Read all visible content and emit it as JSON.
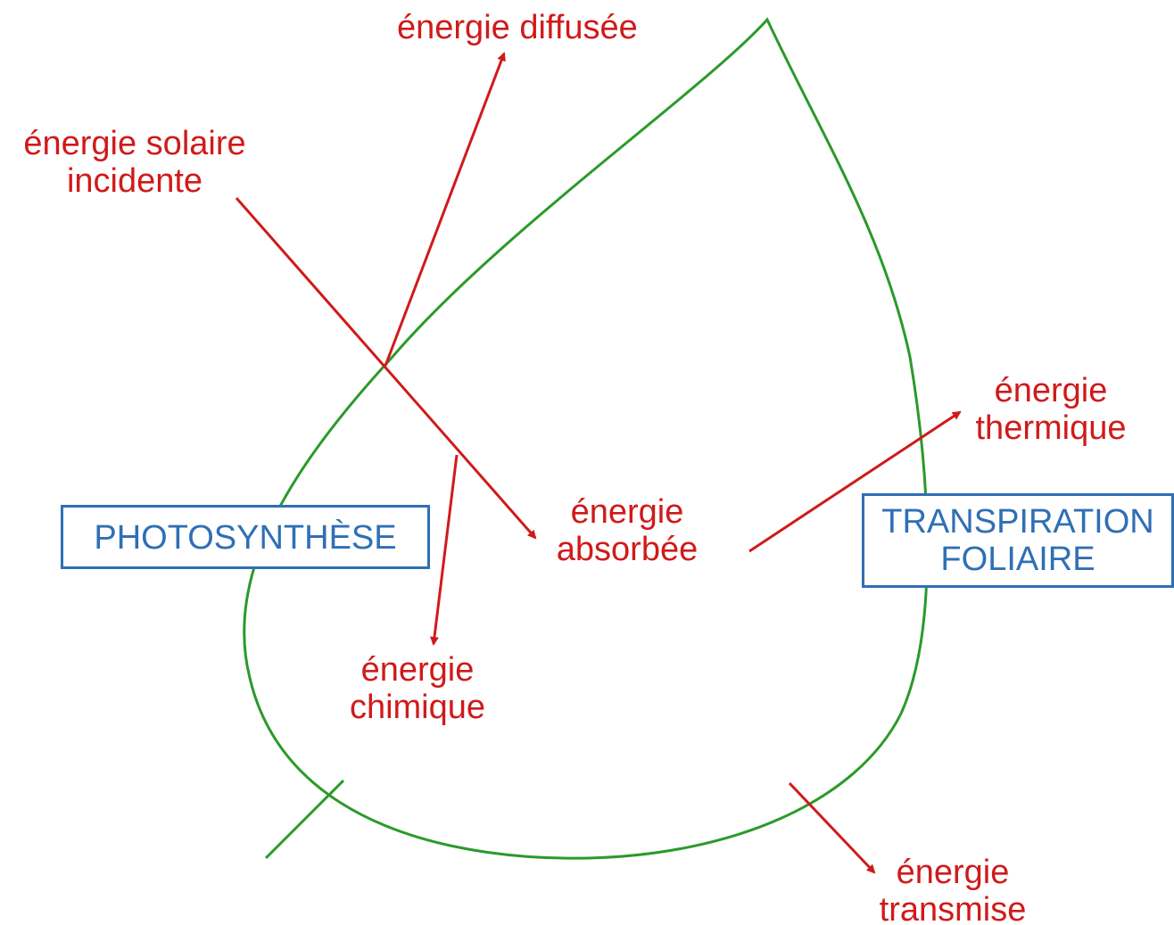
{
  "labels": {
    "diffused": "énergie diffusée",
    "solar_line1": "énergie solaire",
    "solar_line2": "incidente",
    "absorbed_line1": "énergie",
    "absorbed_line2": "absorbée",
    "thermal_line1": "énergie",
    "thermal_line2": "thermique",
    "chemical_line1": "énergie",
    "chemical_line2": "chimique",
    "transmitted_line1": "énergie",
    "transmitted_line2": "transmise"
  },
  "boxes": {
    "photosynthesis": "PHOTOSYNTHÈSE",
    "transpiration_line1": "TRANSPIRATION",
    "transpiration_line2": "FOLIAIRE"
  },
  "colors": {
    "leaf_outline": "#2a9a2a",
    "energy_arrows": "#d01a1a",
    "process_boxes": "#2f6fb5"
  }
}
